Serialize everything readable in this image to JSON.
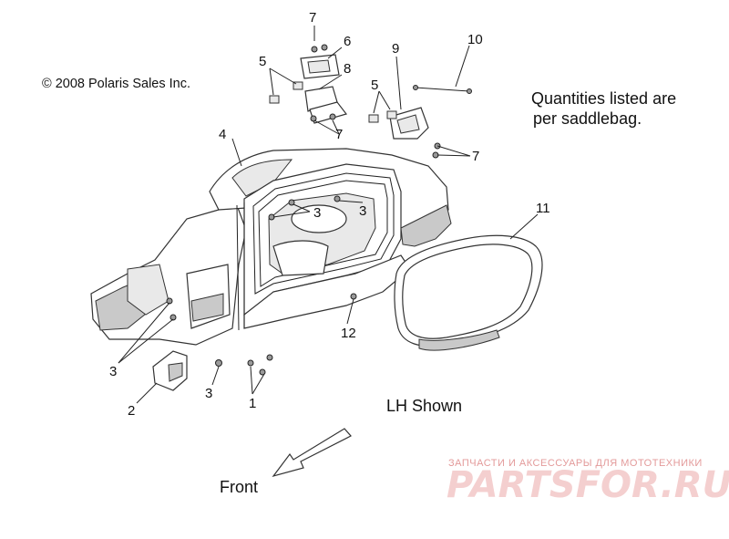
{
  "copyright": "© 2008 Polaris Sales Inc.",
  "note_line1": "Quantities listed are",
  "note_line2": "per saddlebag.",
  "view_label": "LH Shown",
  "front_label": "Front",
  "watermark_top": "ЗАПЧАСТИ И АКСЕССУАРЫ ДЛЯ МОТОТЕХНИКИ",
  "watermark_logo": "PARTSFOR.RU",
  "callouts": [
    {
      "id": "c7a",
      "label": "7"
    },
    {
      "id": "c6",
      "label": "6"
    },
    {
      "id": "c9",
      "label": "9"
    },
    {
      "id": "c10",
      "label": "10"
    },
    {
      "id": "c5a",
      "label": "5"
    },
    {
      "id": "c8",
      "label": "8"
    },
    {
      "id": "c5b",
      "label": "5"
    },
    {
      "id": "c4",
      "label": "4"
    },
    {
      "id": "c7b",
      "label": "7"
    },
    {
      "id": "c7c",
      "label": "7"
    },
    {
      "id": "c3a",
      "label": "3"
    },
    {
      "id": "c3b",
      "label": "3"
    },
    {
      "id": "c11",
      "label": "11"
    },
    {
      "id": "c12",
      "label": "12"
    },
    {
      "id": "c3c",
      "label": "3"
    },
    {
      "id": "c3d",
      "label": "3"
    },
    {
      "id": "c2",
      "label": "2"
    },
    {
      "id": "c1",
      "label": "1"
    }
  ]
}
